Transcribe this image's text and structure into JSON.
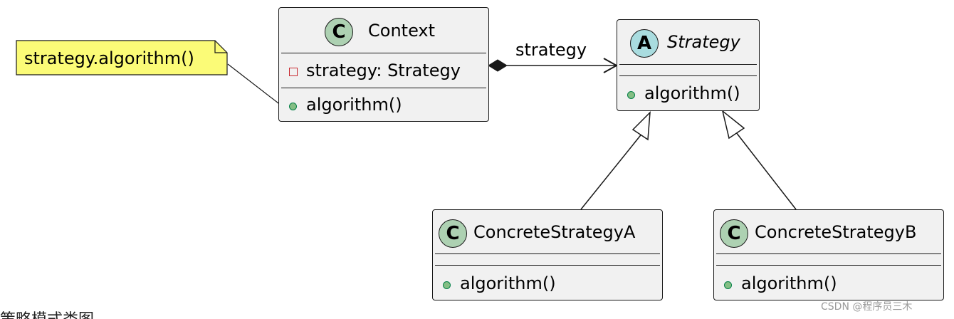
{
  "note": {
    "text": "strategy.algorithm()"
  },
  "classes": {
    "context": {
      "badge": "C",
      "name": "Context",
      "attributes": [
        {
          "visibility": "private",
          "text": "strategy: Strategy"
        }
      ],
      "methods": [
        {
          "visibility": "public",
          "text": "algorithm()"
        }
      ]
    },
    "strategy": {
      "badge": "A",
      "name": "Strategy",
      "abstract": true,
      "attributes": [],
      "methods": [
        {
          "visibility": "public",
          "text": "algorithm()"
        }
      ]
    },
    "concrete_a": {
      "badge": "C",
      "name": "ConcreteStrategyA",
      "attributes": [],
      "methods": [
        {
          "visibility": "public",
          "text": "algorithm()"
        }
      ]
    },
    "concrete_b": {
      "badge": "C",
      "name": "ConcreteStrategyB",
      "attributes": [],
      "methods": [
        {
          "visibility": "public",
          "text": "algorithm()"
        }
      ]
    }
  },
  "relations": [
    {
      "from": "Context",
      "to": "Strategy",
      "type": "composition",
      "label": "strategy"
    },
    {
      "from": "ConcreteStrategyA",
      "to": "Strategy",
      "type": "inheritance"
    },
    {
      "from": "ConcreteStrategyB",
      "to": "Strategy",
      "type": "inheritance"
    }
  ],
  "bottom_text": "策略模式类图",
  "watermark": "CSDN @程序员三木",
  "colors": {
    "class_fill": "#f1f1f1",
    "border": "#181818",
    "class_badge": "#add1b2",
    "abstract_badge": "#a9dcdf",
    "note_fill": "#fbfb77",
    "public_fill": "#84be84",
    "private_border": "#c82930"
  }
}
